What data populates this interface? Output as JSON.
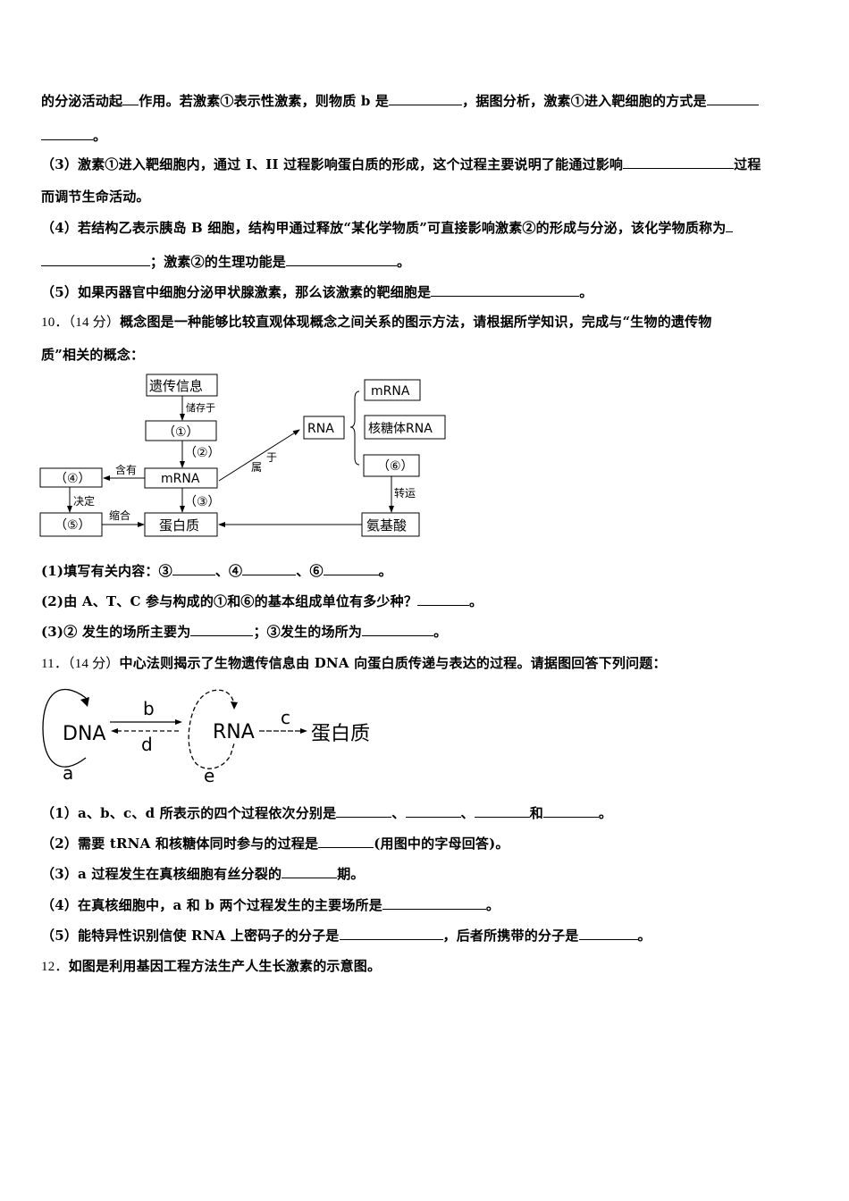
{
  "q9_cont": {
    "line1_a": "的分泌活动起",
    "line1_b": "作用。若激素①表示性激素，则物质 b 是",
    "line1_c": "，据图分析，激素①进入靶细胞的方式是",
    "line2_end": "。",
    "p3_a": "（3）激素①进入靶细胞内，通过 I、II 过程影响蛋白质的形成，这个过程主要说明了能通过影响",
    "p3_b": "过程",
    "p3_line2": "而调节生命活动。",
    "p4_a": "（4）若结构乙表示胰岛 B 细胞，结构甲通过释放“某化学物质”可直接影响激素②的形成与分泌，该化学物质称为",
    "p4_b": "；激素②的生理功能是",
    "p4_end": "。",
    "p5_a": "（5）如果丙器官中细胞分泌甲状腺激素，那么该激素的靶细胞是",
    "p5_end": "。"
  },
  "q10": {
    "number": "10．（14 分）",
    "stem_1": "概念图是一种能够比较直观体现概念之间关系的图示方法，请根据所学知识，完成与“生物的遗传物",
    "stem_2": "质”相关的概念：",
    "diagram": {
      "genetic_info": "遗传信息",
      "stored_in": "储存于",
      "box1": "（①）",
      "label2": "（②）",
      "mrna": "mRNA",
      "contains": "含有",
      "box4": "（④）",
      "determines": "决定",
      "label3": "（③）",
      "box5": "（⑤）",
      "condense": "缩合",
      "protein": "蛋白质",
      "belongs_to_1": "属",
      "belongs_to_2": "于",
      "rna": "RNA",
      "rna_mrna": "mRNA",
      "rrna": "核糖体RNA",
      "box6": "（⑥）",
      "transport": "转运",
      "amino_acid": "氨基酸"
    },
    "sub1_a": "(1)填写有关内容：③",
    "sub1_b": "、④",
    "sub1_c": "、⑥",
    "sub1_end": "。",
    "sub2_a": "(2)由 A、T、C 参与构成的①和⑥的基本组成单位有多少种？",
    "sub2_end": "。",
    "sub3_a": "(3)② 发生的场所主要为",
    "sub3_b": "；③发生的场所为",
    "sub3_end": "。"
  },
  "q11": {
    "number": "11．（14 分）",
    "stem": "中心法则揭示了生物遗传信息由 DNA 向蛋白质传递与表达的过程。请据图回答下列问题：",
    "diagram": {
      "dna": "DNA",
      "rna": "RNA",
      "protein": "蛋白质",
      "a": "a",
      "b": "b",
      "c": "c",
      "d": "d",
      "e": "e"
    },
    "sub1_a": "（1）a、b、c、d 所表示的四个过程依次分别是",
    "sep": "、",
    "and": "和",
    "end": "。",
    "sub2_a": "（2）需要 tRNA 和核糖体同时参与的过程是",
    "sub2_b": "(用图中的字母回答)。",
    "sub3_a": "（3）a 过程发生在真核细胞有丝分裂的",
    "sub3_b": "期。",
    "sub4_a": "（4）在真核细胞中，a 和 b 两个过程发生的主要场所是",
    "sub5_a": "（5）能特异性识别信使 RNA 上密码子的分子是",
    "sub5_b": "，后者所携带的分子是"
  },
  "q12": {
    "number": "12．",
    "stem": "如图是利用基因工程方法生产人生长激素的示意图。"
  }
}
